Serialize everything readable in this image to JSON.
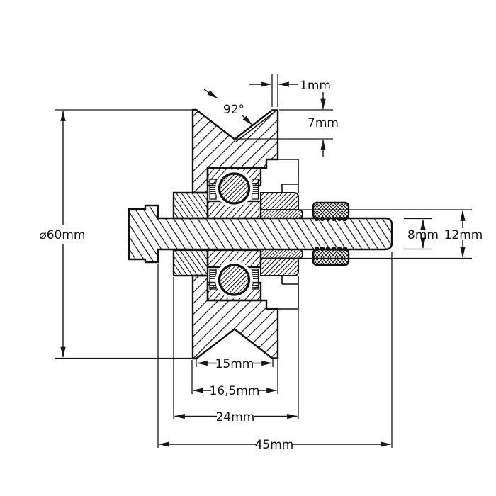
{
  "drawing": {
    "type": "technical-section-v-groove-wheel",
    "line_color": "#161616",
    "background": "#ffffff",
    "labels": {
      "rim_flat": "1mm",
      "groove_depth": "7mm",
      "groove_angle": "92°",
      "wheel_outer_diameter": "⌀60mm",
      "shaft_diameter": "8mm",
      "nut_outer_diameter": "12mm",
      "groove_opening": "15mm",
      "rim_width": "16,5mm",
      "hub_width": "24mm",
      "shaft_length": "45mm"
    }
  }
}
